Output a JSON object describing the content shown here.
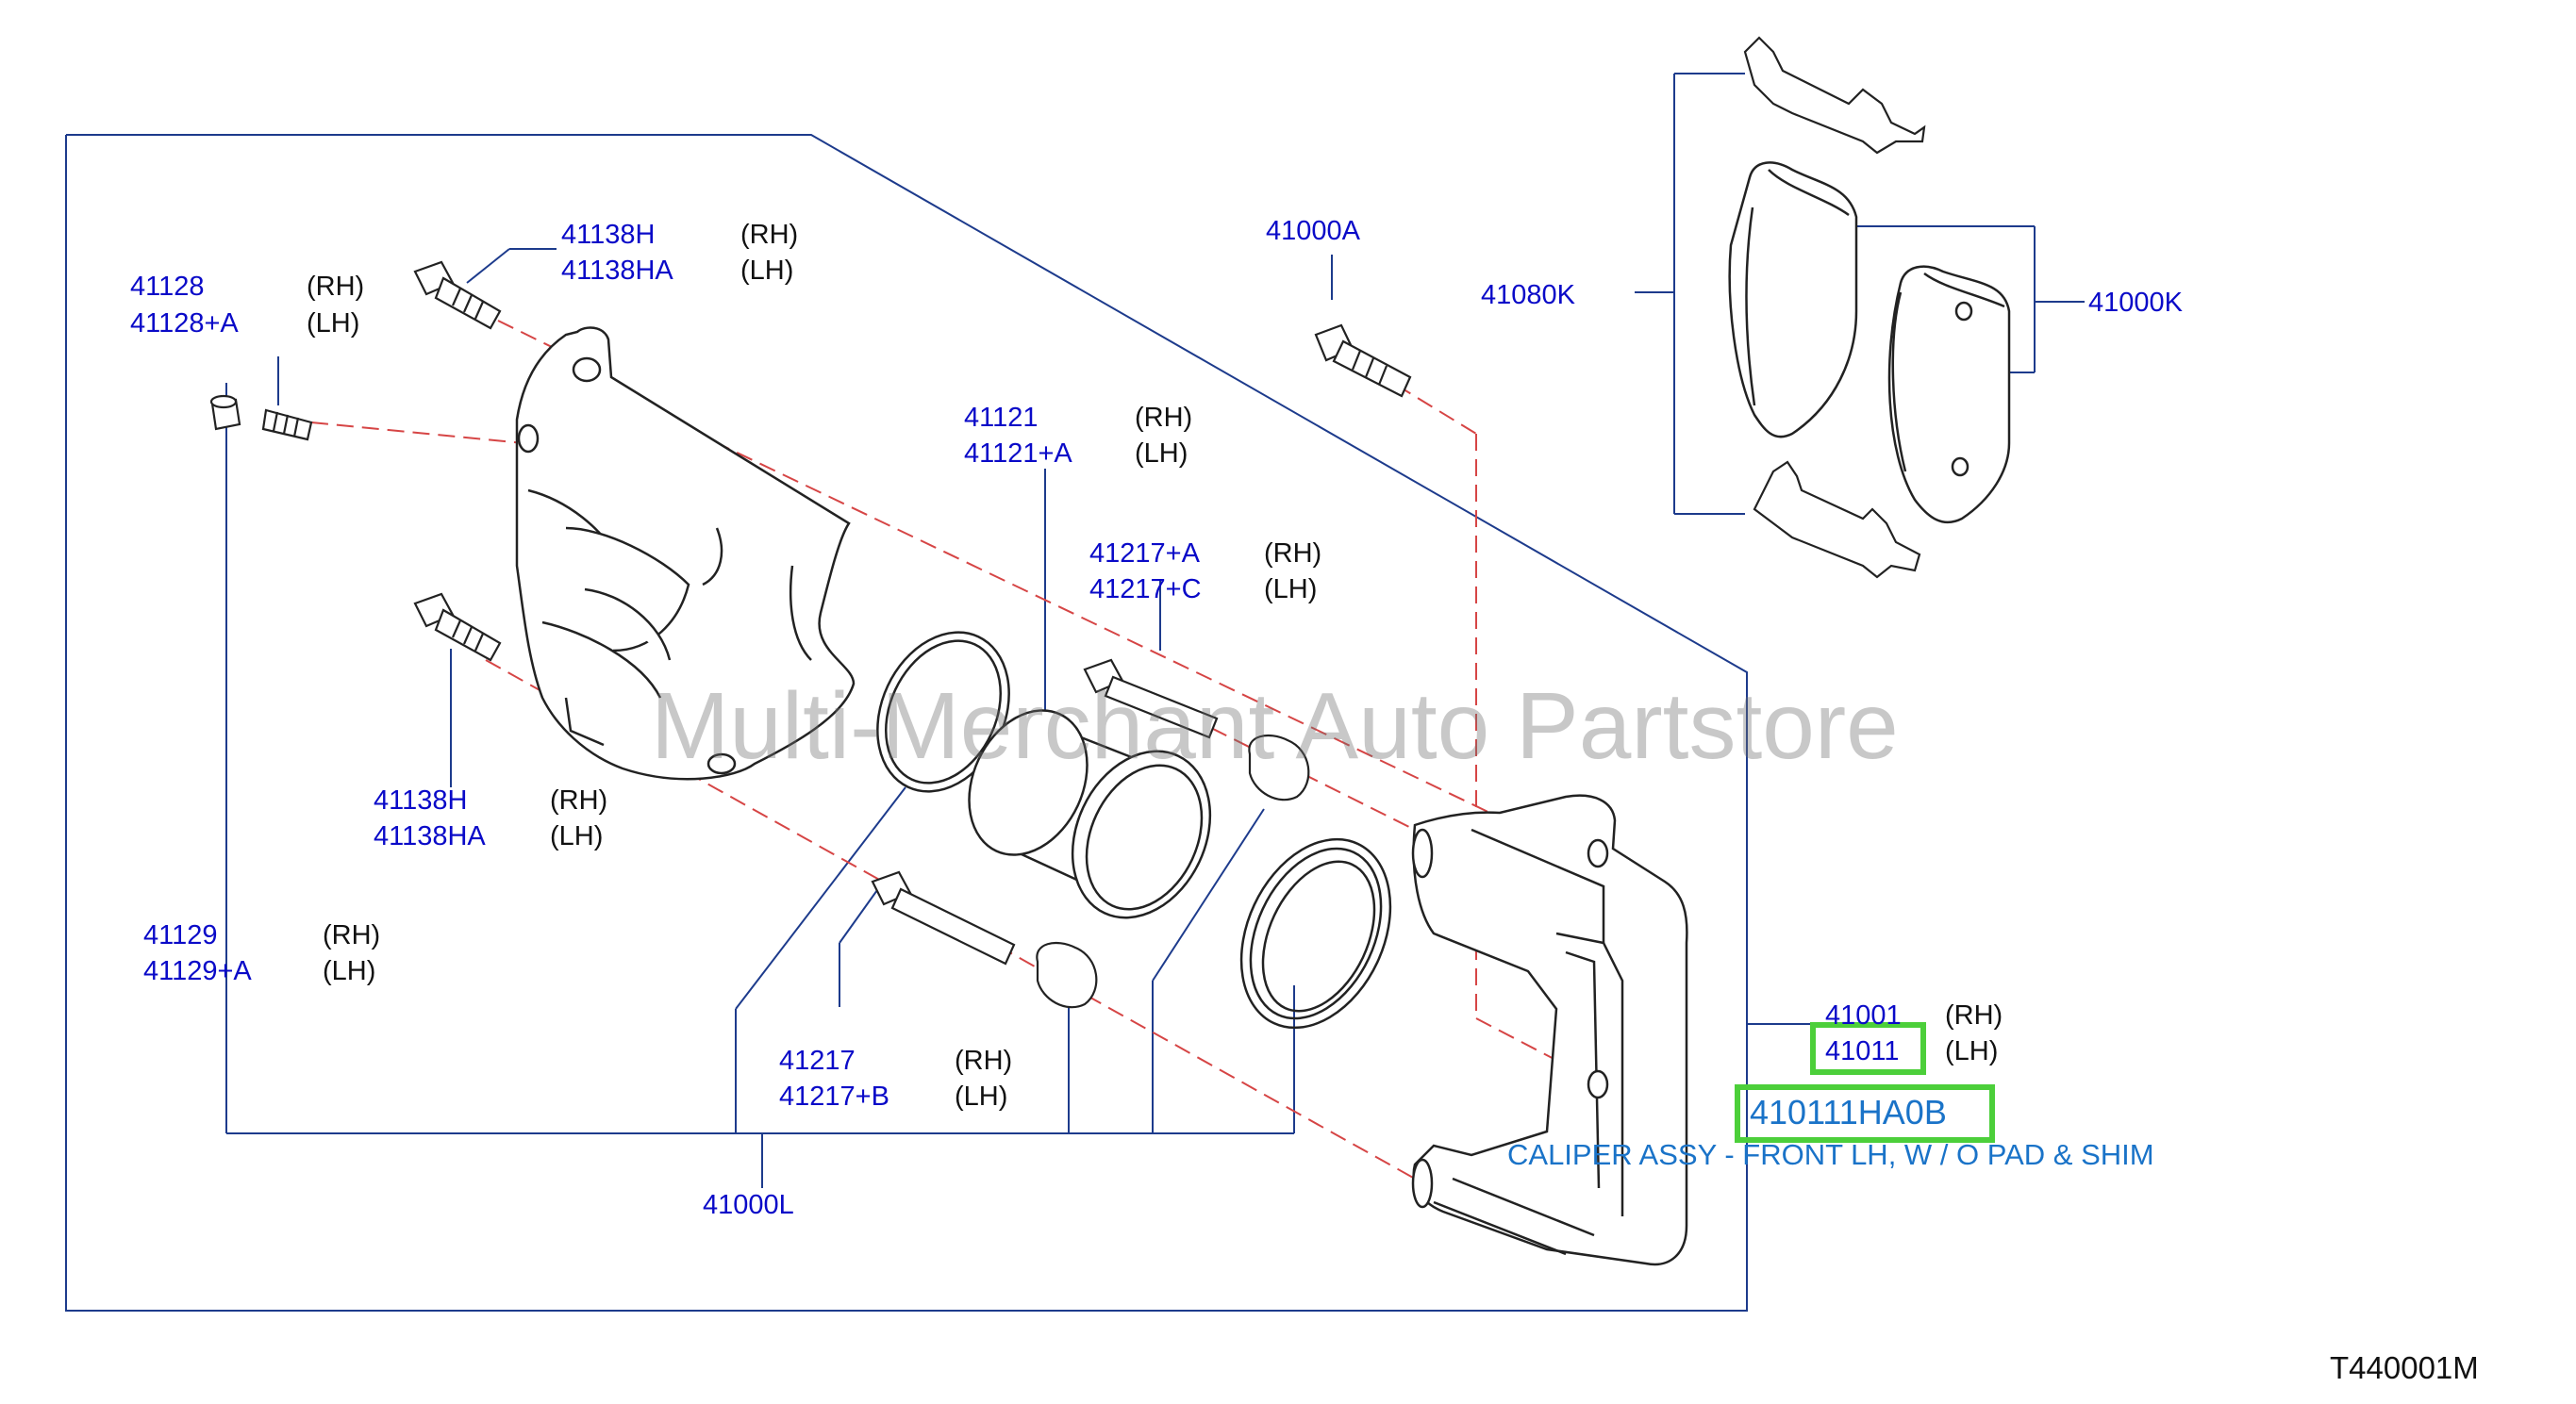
{
  "diagram": {
    "ref_code": "T440001M",
    "watermark": "Multi-Merchant Auto Partstore",
    "highlight": {
      "part_number": "410111HA0B",
      "description": "CALIPER ASSY - FRONT LH, W / O PAD & SHIM",
      "color": "#4ccf3a",
      "text_color": "#1a73c8"
    },
    "colors": {
      "label": "#0a0ac8",
      "leader": "#1d3b8c",
      "dash": "#d64545",
      "drawing": "#222222"
    },
    "labels": {
      "p41128": {
        "rh": "41128",
        "lh": "41128+A"
      },
      "p41138_top": {
        "rh": "41138H",
        "lh": "41138HA"
      },
      "p41000A": "41000A",
      "p41080K": "41080K",
      "p41000K": "41000K",
      "p41121": {
        "rh": "41121",
        "lh": "41121+A"
      },
      "p41217_ac": {
        "rh": "41217+A",
        "lh": "41217+C"
      },
      "p41138_bot": {
        "rh": "41138H",
        "lh": "41138HA"
      },
      "p41129": {
        "rh": "41129",
        "lh": "41129+A"
      },
      "p41217_b": {
        "rh": "41217",
        "lh": "41217+B"
      },
      "p41000L": "41000L",
      "p41001": "41001",
      "p41011": "41011"
    },
    "side": {
      "rh": "(RH)",
      "lh": "(LH)"
    }
  }
}
